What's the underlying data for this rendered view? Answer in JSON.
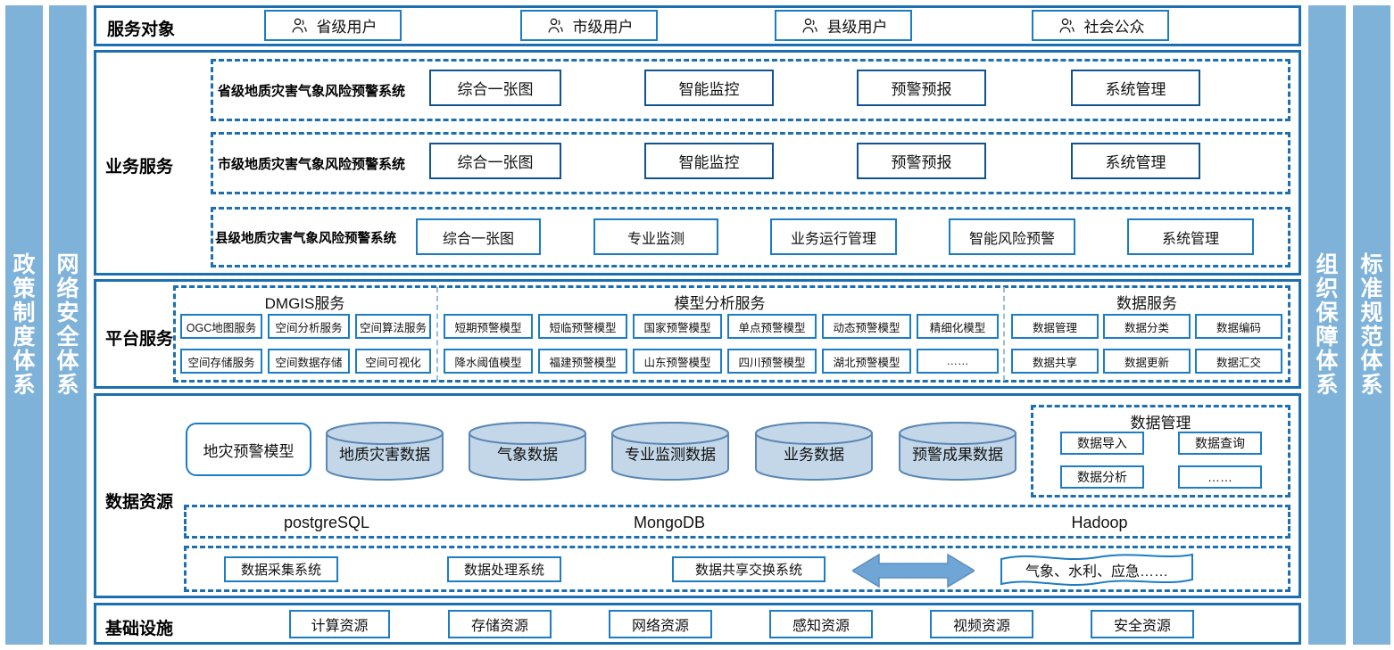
{
  "colors": {
    "pillar_fill": "#7FB2D9",
    "frame_stroke": "#1C6FB0",
    "box_stroke": "#1C7DC4",
    "navy_stroke": "#10538F",
    "cylinder_fill": "#C3D7E8",
    "cylinder_stroke": "#5B87B5",
    "arrow_fill": "#6FA6D6"
  },
  "pillars": [
    {
      "name": "policy-system",
      "text": "政策制度体系"
    },
    {
      "name": "network-security-system",
      "text": "网络安全体系"
    },
    {
      "name": "organization-guarantee-system",
      "text": "组织保障体系"
    },
    {
      "name": "standard-specification-system",
      "text": "标准规范体系"
    }
  ],
  "layers": {
    "service_object": {
      "label": "服务对象",
      "users": [
        {
          "icon": "user-icon",
          "label": "省级用户"
        },
        {
          "icon": "user-icon",
          "label": "市级用户"
        },
        {
          "icon": "user-icon",
          "label": "县级用户"
        },
        {
          "icon": "user-icon",
          "label": "社会公众"
        }
      ]
    },
    "business_service": {
      "label": "业务服务",
      "rows": [
        {
          "system": "省级地质灾害气象风险预警系统",
          "modules": [
            "综合一张图",
            "智能监控",
            "预警预报",
            "系统管理"
          ]
        },
        {
          "system": "市级地质灾害气象风险预警系统",
          "modules": [
            "综合一张图",
            "智能监控",
            "预警预报",
            "系统管理"
          ]
        },
        {
          "system": "县级地质灾害气象风险预警系统",
          "modules": [
            "综合一张图",
            "专业监测",
            "业务运行管理",
            "智能风险预警",
            "系统管理"
          ]
        }
      ]
    },
    "platform_service": {
      "label": "平台服务",
      "groups": [
        {
          "title": "DMGIS服务",
          "items": [
            "OGC地图服务",
            "空间分析服务",
            "空间算法服务",
            "空间存储服务",
            "空间数据存储",
            "空间可视化"
          ]
        },
        {
          "title": "模型分析服务",
          "items": [
            "短期预警模型",
            "短临预警模型",
            "国家预警模型",
            "单点预警模型",
            "动态预警模型",
            "精细化模型",
            "降水阈值模型",
            "福建预警模型",
            "山东预警模型",
            "四川预警模型",
            "湖北预警模型",
            "……"
          ]
        },
        {
          "title": "数据服务",
          "items": [
            "数据管理",
            "数据分类",
            "数据编码",
            "数据共享",
            "数据更新",
            "数据汇交"
          ]
        }
      ]
    },
    "data_resource": {
      "label": "数据资源",
      "model_box": "地灾预警模型",
      "cylinders": [
        "地质灾害数据",
        "气象数据",
        "专业监测数据",
        "业务数据",
        "预警成果数据"
      ],
      "data_management": {
        "title": "数据管理",
        "items": [
          "数据导入",
          "数据查询",
          "数据分析",
          "……"
        ]
      },
      "databases": [
        "postgreSQL",
        "MongoDB",
        "Hadoop"
      ],
      "systems": [
        "数据采集系统",
        "数据处理系统",
        "数据共享交换系统"
      ],
      "arrow_icon": "double-arrow-icon",
      "external": "气象、水利、应急……"
    },
    "infrastructure": {
      "label": "基础设施",
      "items": [
        "计算资源",
        "存储资源",
        "网络资源",
        "感知资源",
        "视频资源",
        "安全资源"
      ]
    }
  }
}
